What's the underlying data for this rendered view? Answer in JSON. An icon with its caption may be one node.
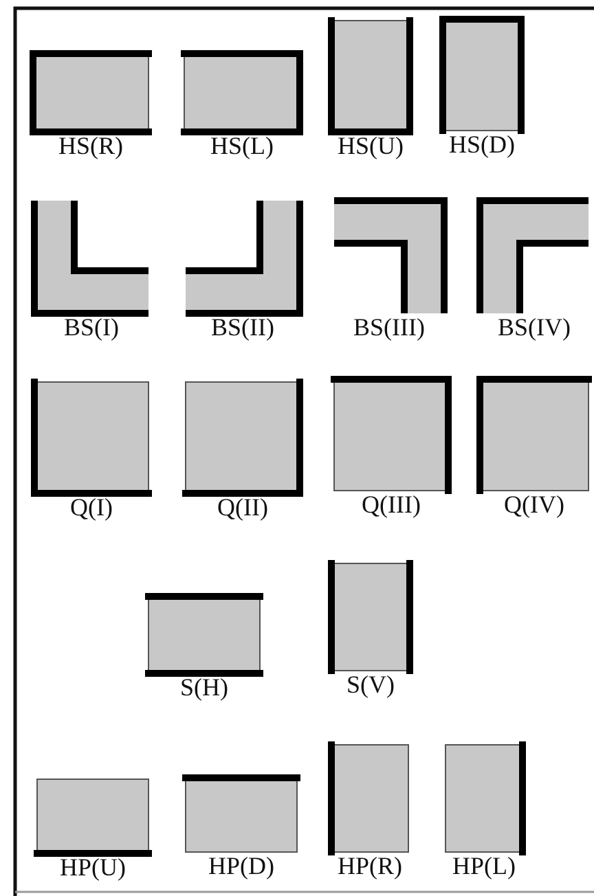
{
  "diagram": {
    "nodes": [
      {
        "text": [
          "HS(R)"
        ]
      },
      {
        "text": [
          "HS(L)"
        ]
      },
      {
        "text": [
          "HS(U)"
        ]
      },
      {
        "text": [
          "HS(D)"
        ]
      },
      {
        "text": [
          "BS(I)"
        ]
      },
      {
        "text": [
          "BS(II)"
        ]
      },
      {
        "text": [
          "BS(III)"
        ]
      },
      {
        "text": [
          "BS(IV)"
        ]
      },
      {
        "text": [
          "Q(I)"
        ]
      },
      {
        "text": [
          "Q(II)"
        ]
      },
      {
        "text": [
          "Q(III)"
        ]
      },
      {
        "text": [
          "Q(IV)"
        ]
      },
      {
        "text": [
          "S(H)"
        ]
      },
      {
        "text": [
          "S(V)"
        ]
      },
      {
        "text": [
          "HP(U)"
        ]
      },
      {
        "text": [
          "HP(D)"
        ]
      },
      {
        "text": [
          "HP(R)"
        ]
      },
      {
        "text": [
          "HP(L)"
        ]
      }
    ]
  }
}
